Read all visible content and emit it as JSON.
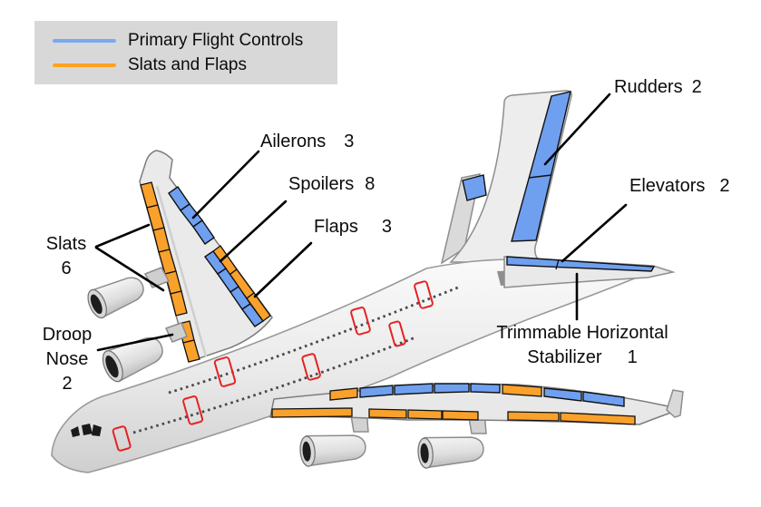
{
  "legend": {
    "items": [
      {
        "label": "Primary Flight Controls"
      },
      {
        "label": "Slats and Flaps"
      }
    ]
  },
  "labels": {
    "ailerons": {
      "text": "Ailerons",
      "count": "3"
    },
    "spoilers": {
      "text": "Spoilers",
      "count": "8"
    },
    "flaps": {
      "text": "Flaps",
      "count": "3"
    },
    "rudders": {
      "text": "Rudders",
      "count": "2"
    },
    "elevators": {
      "text": "Elevators",
      "count": "2"
    },
    "slats": {
      "text": "Slats",
      "count": "6"
    },
    "droop_nose": {
      "line1": "Droop",
      "line2": "Nose",
      "count": "2"
    },
    "ths": {
      "line1": "Trimmable Horizontal",
      "line2": "Stabilizer",
      "count": "1"
    }
  },
  "colors": {
    "primary_flight_controls": "#6FA0F0",
    "slats_and_flaps": "#F9A12B",
    "legend_line_blue": "#7AA8F2",
    "legend_line_orange": "#FFA21F",
    "door_outline": "#E62222"
  }
}
